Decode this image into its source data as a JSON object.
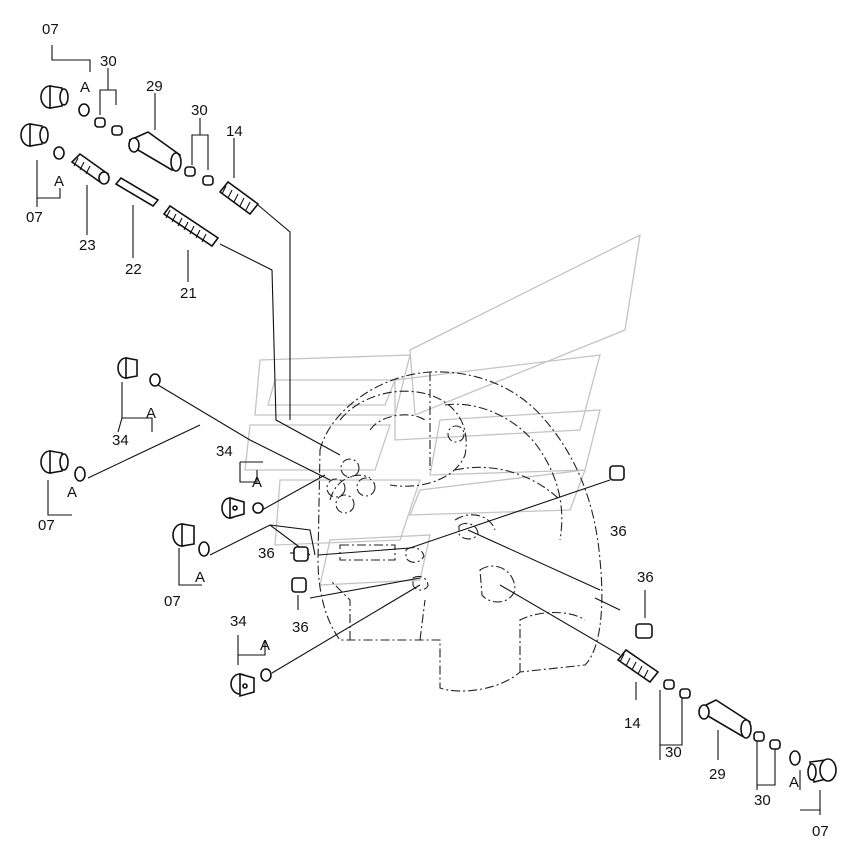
{
  "diagram": {
    "callouts": [
      {
        "id": "c01",
        "text": "07"
      },
      {
        "id": "c02",
        "text": "A"
      },
      {
        "id": "c03",
        "text": "30"
      },
      {
        "id": "c04",
        "text": "29"
      },
      {
        "id": "c05",
        "text": "30"
      },
      {
        "id": "c06",
        "text": "14"
      },
      {
        "id": "c07",
        "text": "A"
      },
      {
        "id": "c08",
        "text": "07"
      },
      {
        "id": "c09",
        "text": "23"
      },
      {
        "id": "c10",
        "text": "22"
      },
      {
        "id": "c11",
        "text": "21"
      },
      {
        "id": "c12",
        "text": "A"
      },
      {
        "id": "c13",
        "text": "34"
      },
      {
        "id": "c14",
        "text": "34"
      },
      {
        "id": "c15",
        "text": "A"
      },
      {
        "id": "c16",
        "text": "A"
      },
      {
        "id": "c17",
        "text": "07"
      },
      {
        "id": "c18",
        "text": "36"
      },
      {
        "id": "c19",
        "text": "36"
      },
      {
        "id": "c20",
        "text": "A"
      },
      {
        "id": "c21",
        "text": "07"
      },
      {
        "id": "c22",
        "text": "36"
      },
      {
        "id": "c23",
        "text": "36"
      },
      {
        "id": "c24",
        "text": "34"
      },
      {
        "id": "c25",
        "text": "A"
      },
      {
        "id": "c26",
        "text": "14"
      },
      {
        "id": "c27",
        "text": "30"
      },
      {
        "id": "c28",
        "text": "29"
      },
      {
        "id": "c29",
        "text": "30"
      },
      {
        "id": "c30",
        "text": "A"
      },
      {
        "id": "c31",
        "text": "07"
      }
    ]
  }
}
